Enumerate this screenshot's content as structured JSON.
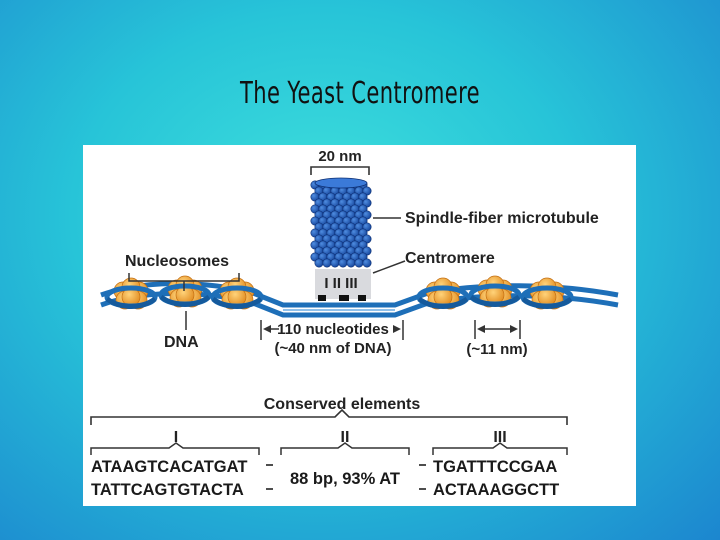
{
  "slide": {
    "title": "The Yeast Centromere"
  },
  "diagram": {
    "labels": {
      "width_20nm": "20 nm",
      "microtubule": "Spindle-fiber microtubule",
      "centromere": "Centromere",
      "nucleosomes": "Nucleosomes",
      "dna": "DNA",
      "element_marks": "I  II III",
      "nucleotides": "110 nucleotides",
      "dna_length": "(~40 nm of DNA)",
      "fiber_width": "(~11 nm)",
      "conserved": "Conserved elements"
    },
    "elements": {
      "I": {
        "numeral": "I",
        "top": "ATAAGTCACATGAT",
        "bottom": "TATTCAGTGTACTA"
      },
      "II": {
        "numeral": "II",
        "text": "88 bp, 93% AT"
      },
      "III": {
        "numeral": "III",
        "top": "TGATTTCCGAA",
        "bottom": "ACTAAAGGCTT"
      }
    },
    "colors": {
      "dna": "#1e6fb8",
      "microtubule": "#1b5db8",
      "histone": "#f0a032"
    }
  }
}
